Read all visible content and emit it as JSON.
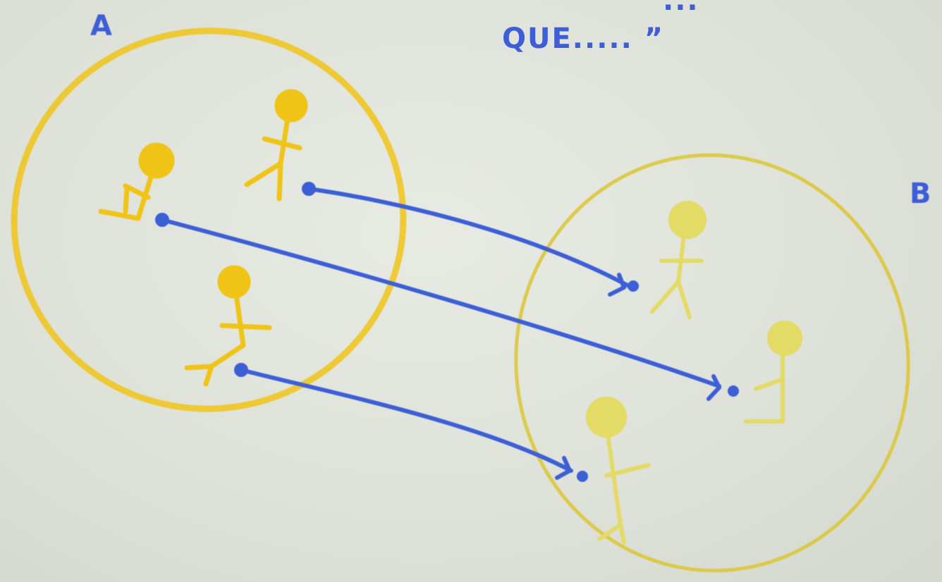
{
  "set_a": {
    "label": "A",
    "members": [
      {
        "name": "person-1"
      },
      {
        "name": "person-2"
      },
      {
        "name": "person-3"
      }
    ]
  },
  "set_b": {
    "label": "B",
    "members": [
      {
        "name": "person-1"
      },
      {
        "name": "person-2"
      },
      {
        "name": "person-3"
      }
    ]
  },
  "heading_fragment": "...",
  "note": "QUE.....  ”",
  "mappings": [
    {
      "from": "A.person-top",
      "to": "B.person-top"
    },
    {
      "from": "A.person-left",
      "to": "B.person-middle"
    },
    {
      "from": "A.person-bottom",
      "to": "B.person-bottom"
    }
  ],
  "colors": {
    "set_a_ink": "#f0c418",
    "set_b_ink": "#e0cc3a",
    "arrow_ink": "#3d5ed6",
    "board": "#dfe3da"
  }
}
